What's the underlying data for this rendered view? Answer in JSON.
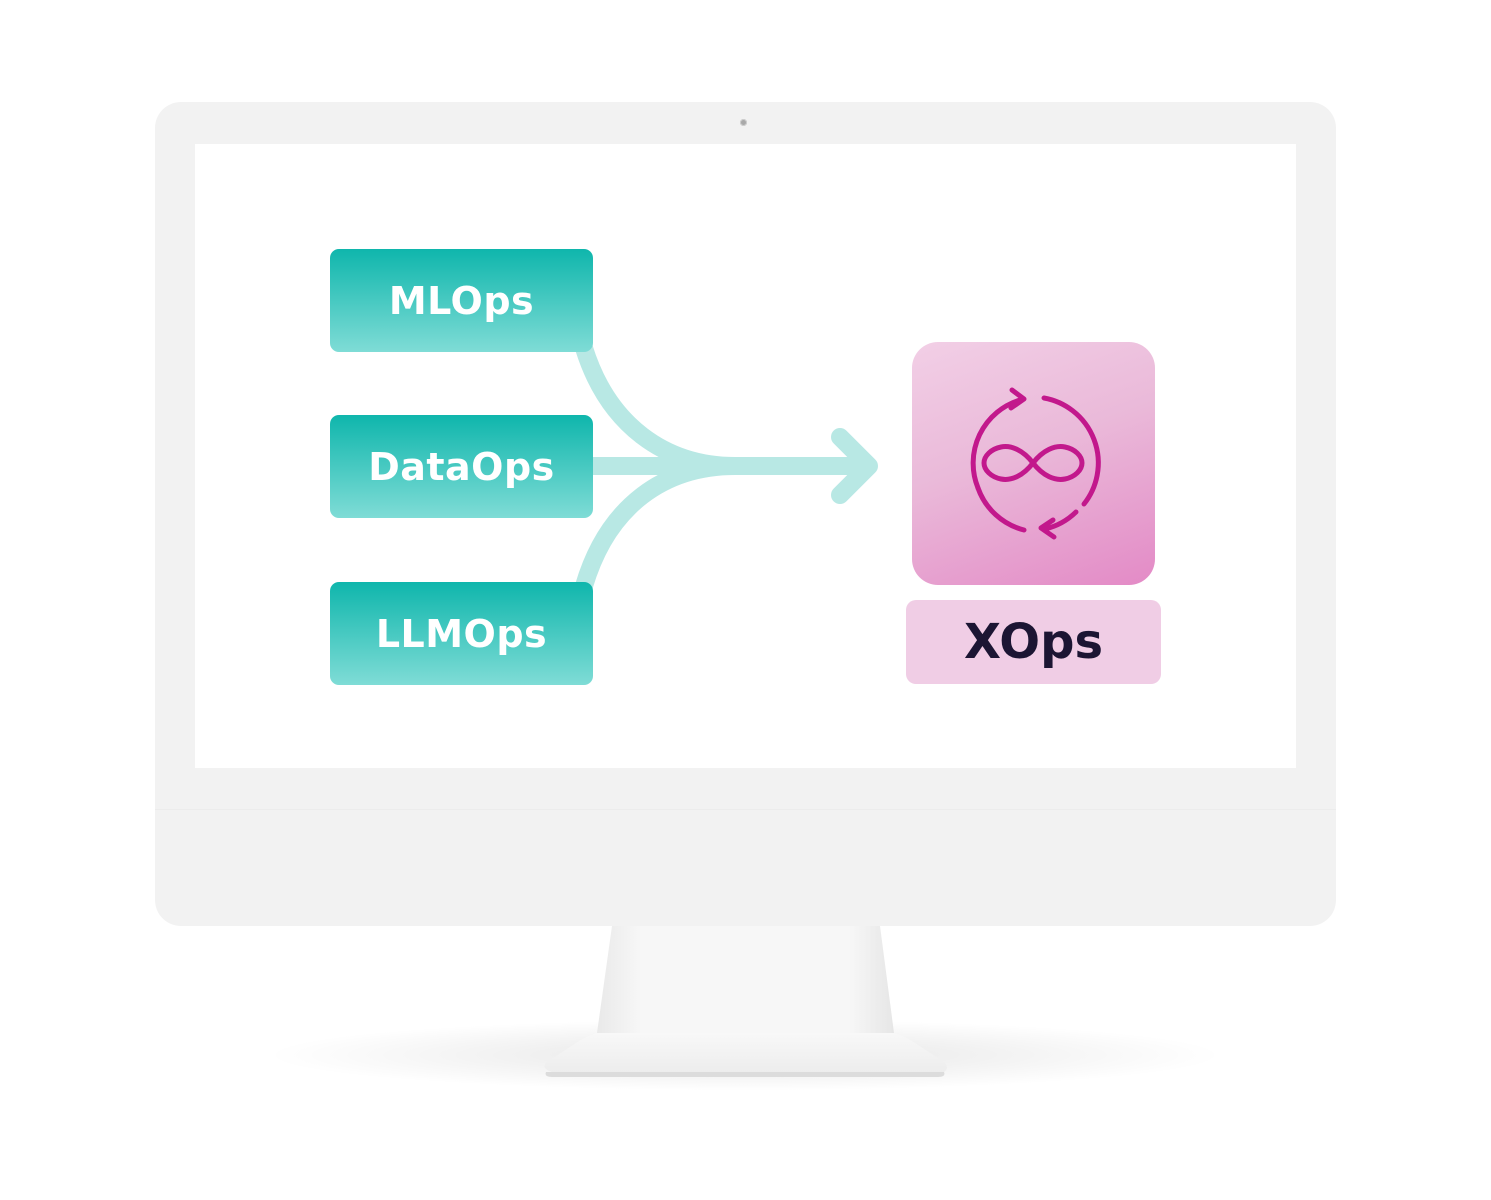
{
  "diagram": {
    "sources": [
      {
        "label": "MLOps"
      },
      {
        "label": "DataOps"
      },
      {
        "label": "LLMOps"
      }
    ],
    "target": {
      "label": "XOps",
      "icon": "infinity-cycle-icon"
    }
  },
  "colors": {
    "source_top": "#0fb6ac",
    "source_bottom": "#7fdcd6",
    "flow_line": "#b8e8e4",
    "target_tile": "#e38ac6",
    "target_label_bg": "#f0cde5",
    "target_icon": "#c2188c",
    "target_text": "#1c1533"
  }
}
